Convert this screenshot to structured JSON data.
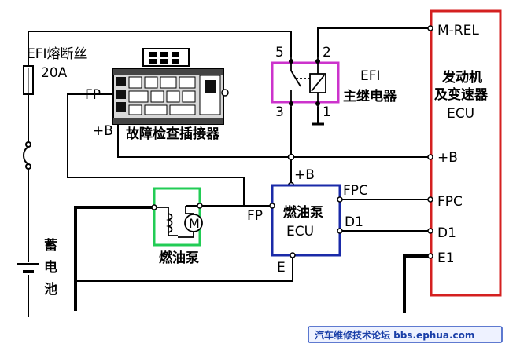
{
  "colors": {
    "wire": "#000000",
    "relay_box": "#cc33cc",
    "pump_box": "#22cc55",
    "pump_ecu_box": "#1a2aa8",
    "ecu_box": "#d42020",
    "watermark_border": "#2a4fc0",
    "watermark_text": "#1a3fa8"
  },
  "fuse": {
    "label": "EFI熔断丝",
    "rating": "20A"
  },
  "connector": {
    "label": "故障检查插接器",
    "pin_fp": "FP",
    "pin_b": "+B",
    "icon": "diagnostic-connector-icon"
  },
  "relay": {
    "name_line1": "EFI",
    "name_line2": "主继电器",
    "pin5": "5",
    "pin2": "2",
    "pin3": "3",
    "pin1": "1",
    "icon": "relay-coil-icon"
  },
  "engine_ecu": {
    "title_line1": "发动机",
    "title_line2": "及变速器",
    "title_line3": "ECU",
    "pin_mrel": "M-REL",
    "pin_b": "+B",
    "pin_fpc": "FPC",
    "pin_d1": "D1",
    "pin_e1": "E1"
  },
  "pump_ecu": {
    "title_line1": "燃油泵",
    "title_line2": "ECU",
    "pin_b": "+B",
    "pin_fpc": "FPC",
    "pin_d1": "D1",
    "pin_fp": "FP",
    "pin_e": "E"
  },
  "pump": {
    "label": "燃油泵",
    "motor_symbol": "M",
    "icon": "motor-icon"
  },
  "battery": {
    "label_c1": "蓄",
    "label_c2": "电",
    "label_c3": "池",
    "icon": "battery-icon"
  },
  "watermark": {
    "text": "汽车维修技术论坛 bbs.ephua.com"
  }
}
